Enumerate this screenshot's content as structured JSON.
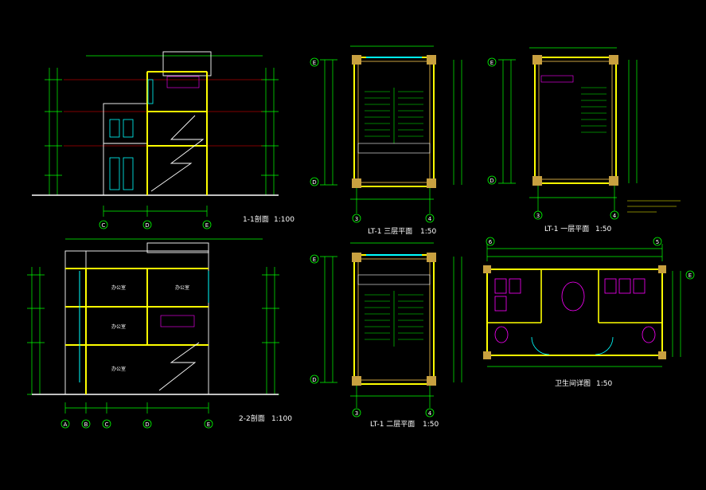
{
  "colors": {
    "background": "#000000",
    "wall": "#ffff00",
    "dimension": "#00ff00",
    "outline": "#ffffff",
    "window": "#00ffff",
    "fixture": "#ff00ff",
    "text": "#ffffff",
    "hatch": "#c8a040",
    "note": "#ffff00"
  },
  "drawings": {
    "section_1": {
      "title": "1-1剖面",
      "scale": "1:100",
      "axes": [
        "C",
        "D",
        "E"
      ]
    },
    "section_2": {
      "title": "2-2剖面",
      "scale": "1:100",
      "axes": [
        "A",
        "B",
        "C",
        "D",
        "E"
      ]
    },
    "plan_3f": {
      "title": "LT-1 三层平面",
      "scale": "1:50",
      "axes": [
        "3",
        "4"
      ],
      "side_axes": [
        "E",
        "D"
      ]
    },
    "plan_1f": {
      "title": "LT-1 一层平面",
      "scale": "1:50",
      "axes": [
        "3",
        "4"
      ],
      "side_axes": [
        "E",
        "D"
      ]
    },
    "plan_2f": {
      "title": "LT-1 二层平面",
      "scale": "1:50",
      "axes": [
        "3",
        "4"
      ],
      "side_axes": [
        "E",
        "D"
      ]
    },
    "toilet": {
      "title": "卫生间详图",
      "scale": "1:50",
      "top_axes": [
        "6",
        "5"
      ],
      "side_axes": [
        "E"
      ]
    }
  },
  "rooms": {
    "office": "办公室"
  }
}
